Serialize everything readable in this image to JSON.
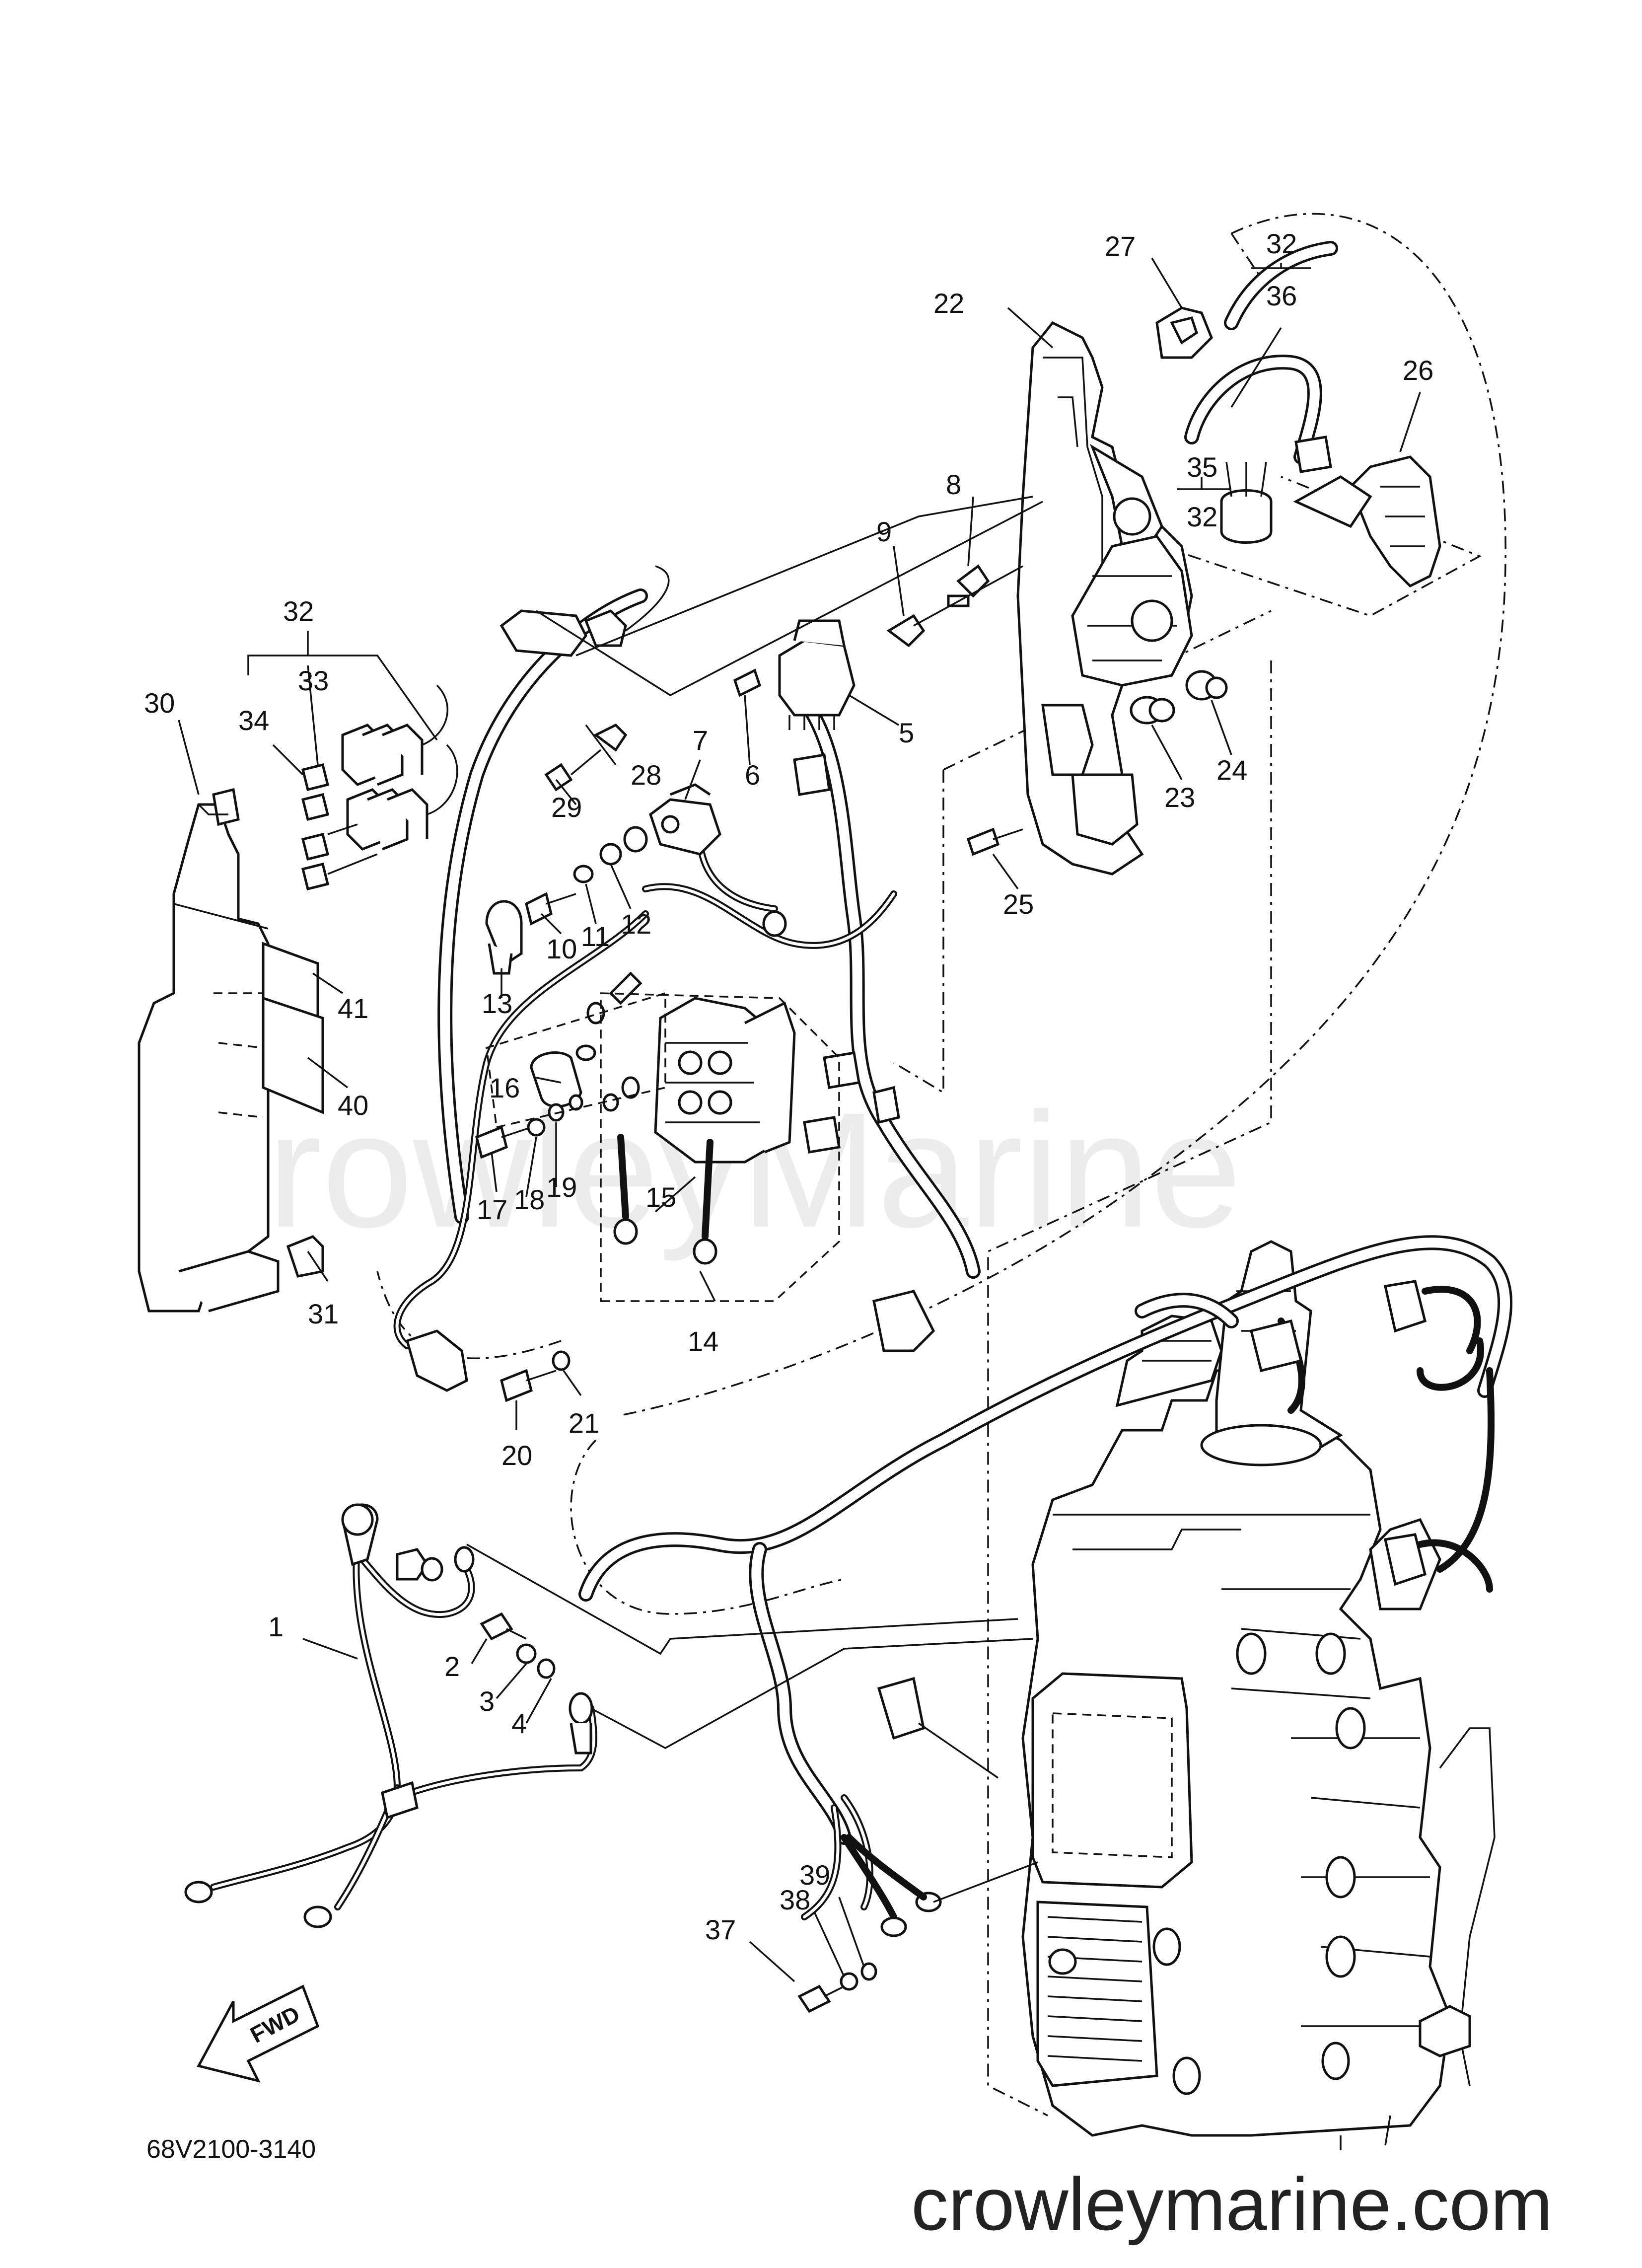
{
  "watermark": "CrowleyMarine",
  "site_url": "crowleymarine.com",
  "part_code": "68V2100-3140",
  "fwd_label": "FWD",
  "labels": {
    "l1": "1",
    "l2": "2",
    "l3": "3",
    "l4": "4",
    "l5": "5",
    "l6": "6",
    "l7": "7",
    "l8": "8",
    "l9": "9",
    "l10": "10",
    "l11": "11",
    "l12": "12",
    "l13": "13",
    "l14": "14",
    "l15": "15",
    "l16": "16",
    "l17": "17",
    "l18": "18",
    "l19": "19",
    "l20": "20",
    "l21": "21",
    "l22": "22",
    "l23": "23",
    "l24": "24",
    "l25": "25",
    "l26": "26",
    "l27": "27",
    "l28": "28",
    "l29": "29",
    "l30": "30",
    "l31": "31",
    "l32a": "32",
    "l32b": "32",
    "l32c": "32",
    "l33": "33",
    "l34": "34",
    "l35": "35",
    "l36": "36",
    "l37": "37",
    "l38": "38",
    "l39": "39",
    "l40": "40",
    "l41": "41"
  }
}
